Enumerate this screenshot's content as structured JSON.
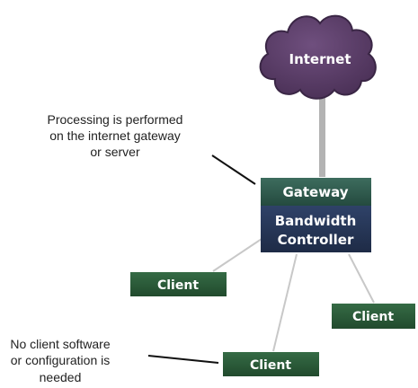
{
  "internet": {
    "label": "Internet"
  },
  "gateway": {
    "label": "Gateway",
    "controller_line1": "Bandwidth",
    "controller_line2": "Controller"
  },
  "clients": [
    {
      "label": "Client"
    },
    {
      "label": "Client"
    },
    {
      "label": "Client"
    }
  ],
  "notes": {
    "processing": [
      "Processing is performed",
      "on the internet gateway",
      "or server"
    ],
    "no_client": [
      "No client software",
      "or configuration is",
      "needed"
    ]
  },
  "colors": {
    "cloud_fill": "#5b3e68",
    "cloud_stroke": "#3a2645",
    "gateway_fill": "#2d5549",
    "controller_fill": "#263553",
    "client_fill": "#2a5637",
    "uplink": "#b3b3b3",
    "link": "#c8c8c8",
    "pointer": "#111111"
  }
}
